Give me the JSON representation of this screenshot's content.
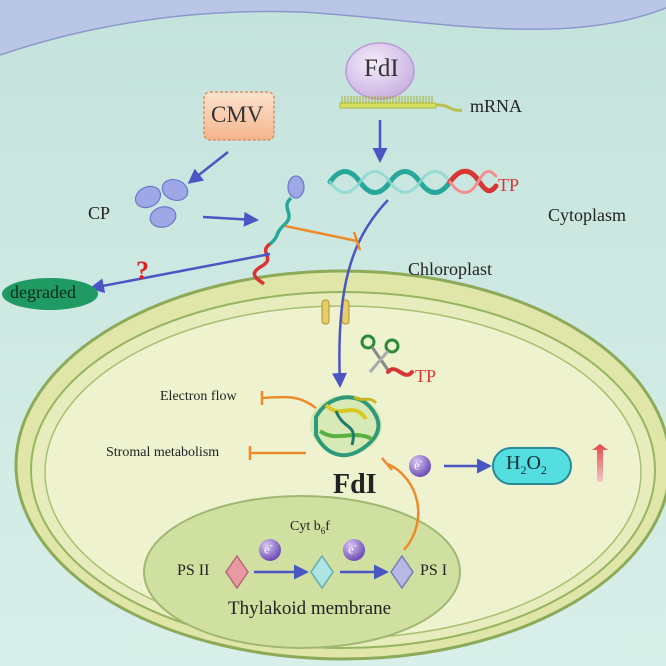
{
  "labels": {
    "fdi_top": "FdI",
    "mrna": "mRNA",
    "cmv": "CMV",
    "tp_top": "TP",
    "cp": "CP",
    "cytoplasm": "Cytoplasm",
    "question": "?",
    "degraded": "degraded",
    "chloroplast": "Chloroplast",
    "tp_cut": "TP",
    "electron_flow": "Electron flow",
    "stromal_metabolism": "Stromal metabolism",
    "fdi_center": "FdI",
    "electron": "e",
    "electron_sup": "-",
    "h2o2_h": "H",
    "h2o2_sub1": "2",
    "h2o2_o": "O",
    "h2o2_sub2": "2",
    "cyt_b6f_main": "Cyt b",
    "cyt_b6f_sub": "6",
    "cyt_b6f_end": "f",
    "ps2": "PS II",
    "ps1": "PS I",
    "thylakoid": "Thylakoid membrane"
  },
  "colors": {
    "cytoplasm_bg": "#cde8e2",
    "cell_edge_bg": "#b9c6e6",
    "chloroplast_fill": "#e4eab6",
    "chloroplast_rim": "#8caa58",
    "thylakoid_fill": "#cedfa0",
    "arrow_blue": "#4a56c4",
    "inhibit_orange": "#ee8a2a",
    "mrna_teal": "#27a79a",
    "tp_red": "#d83535",
    "degraded_green": "#1f9a63",
    "fdi_bubble": "#d7c3e6",
    "electron_purple": "#7d5cc0",
    "h2o2_cyan": "#54dee0",
    "cp_blue": "#9ea8e6"
  },
  "icons": [
    "scissors-icon",
    "up-arrow-icon",
    "fdi-protein-icon",
    "question-mark-icon"
  ]
}
